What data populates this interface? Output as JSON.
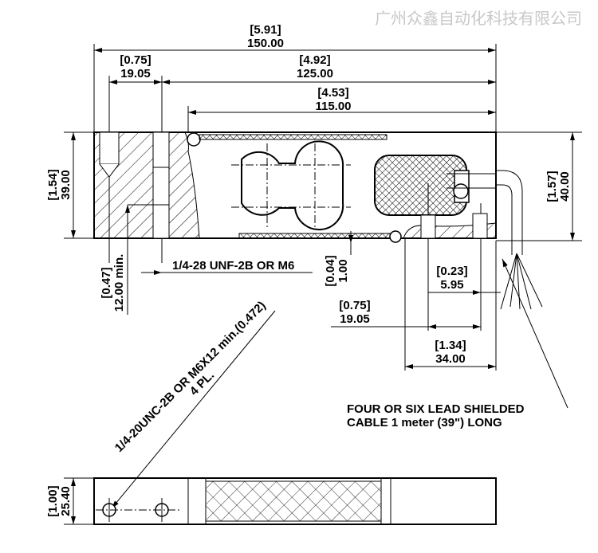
{
  "drawing": {
    "dimensions": {
      "overall_length": {
        "inch": "[5.91]",
        "mm": "150.00"
      },
      "mount_offset": {
        "inch": "[0.75]",
        "mm": "19.05"
      },
      "hole_spacing": {
        "inch": "[4.92]",
        "mm": "125.00"
      },
      "gauge_span": {
        "inch": "[4.53]",
        "mm": "115.00"
      },
      "height_left": {
        "inch": "[1.54]",
        "mm": "39.00"
      },
      "height_right": {
        "inch": "[1.57]",
        "mm": "40.00"
      },
      "thread_depth": {
        "inch": "[0.47]",
        "mm": "12.00 min."
      },
      "gap": {
        "inch": "[0.04]",
        "mm": "1.00"
      },
      "hole_offset_small": {
        "inch": "[0.23]",
        "mm": "5.95"
      },
      "hole_offset_right": {
        "inch": "[0.75]",
        "mm": "19.05"
      },
      "right_block": {
        "inch": "[1.34]",
        "mm": "34.00"
      },
      "width": {
        "inch": "[1.00]",
        "mm": "25.40"
      }
    },
    "notes": {
      "thread_top": "1/4-28 UNF-2B OR M6",
      "thread_bottom_line1": "1/4-20UNC-2B OR M6X12 min.(0.472)",
      "thread_bottom_line2": "4 PL.",
      "cable_line1": "FOUR OR SIX LEAD SHIELDED",
      "cable_line2": "CABLE 1 meter (39\") LONG"
    },
    "watermark": "广州众鑫自动化科技有限公司"
  }
}
